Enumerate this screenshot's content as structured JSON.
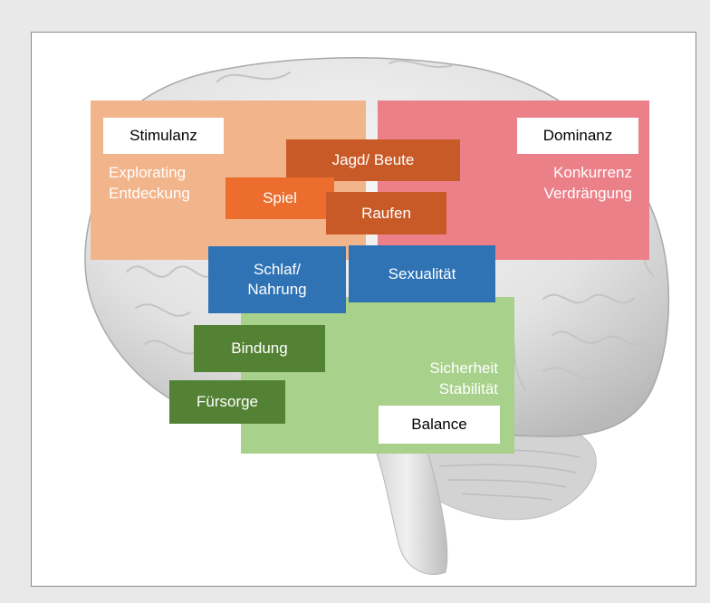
{
  "colors": {
    "stimulanz_region": "#f2b48a",
    "dominanz_region": "#ec8089",
    "balance_region": "#a8d18b",
    "orange_box": "#c85a27",
    "bright_orange_box": "#ec6d2d",
    "blue_box": "#2f73b5",
    "green_box": "#548235"
  },
  "stimulanz": {
    "label": "Stimulanz",
    "line1": "Explorating",
    "line2": "Entdeckung"
  },
  "dominanz": {
    "label": "Dominanz",
    "line1": "Konkurrenz",
    "line2": "Verdrängung"
  },
  "balance": {
    "label": "Balance",
    "line1": "Sicherheit",
    "line2": "Stabilität"
  },
  "boxes": {
    "jagd": "Jagd/ Beute",
    "spiel": "Spiel",
    "raufen": "Raufen",
    "schlaf_line1": "Schlaf/",
    "schlaf_line2": "Nahrung",
    "sexualitaet": "Sexualität",
    "bindung": "Bindung",
    "fuersorge": "Fürsorge"
  },
  "image": {
    "icon": "brain-illustration"
  }
}
